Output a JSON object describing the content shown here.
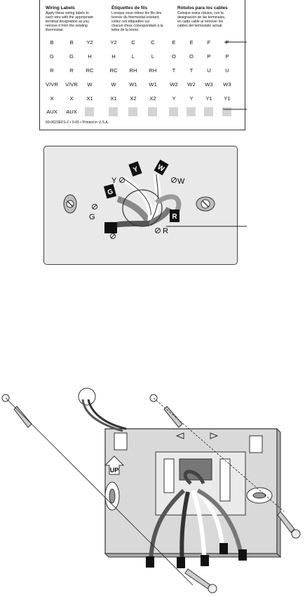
{
  "label_card": {
    "columns": [
      {
        "heading": "Wiring Labels",
        "body": [
          "Apply these wiring labels to",
          "each wire with the appropriate",
          "terminal designation as you",
          "remove it from the existing",
          "thermostat."
        ]
      },
      {
        "heading": "Étiquettes de fils",
        "body": [
          "Lorsque vous retirez les fils des",
          "bornes du thermostat existant,",
          "collez ces étiquettes sur",
          "chacun d'eux correspondant à la",
          "lettre de la borne."
        ]
      },
      {
        "heading": "Rótulos para los cables",
        "body": [
          "Coloque estos rótulos, con la",
          "designación de las terminales,",
          "en cada cable al remover los",
          "cables del termostato actual."
        ]
      }
    ],
    "rows": [
      [
        "B",
        "B",
        "Y2",
        "Y2",
        "C",
        "C",
        "E",
        "E",
        "F",
        "F"
      ],
      [
        "G",
        "G",
        "H",
        "H",
        "L",
        "L",
        "O",
        "O",
        "P",
        "P"
      ],
      [
        "R",
        "R",
        "RC",
        "RC",
        "RH",
        "RH",
        "T",
        "T",
        "U",
        "U"
      ],
      [
        "V/VR",
        "V/VR",
        "W",
        "W",
        "W1",
        "W1",
        "W2",
        "W2",
        "W3",
        "W3"
      ],
      [
        "X",
        "X",
        "X1",
        "X1",
        "X2",
        "X2",
        "Y",
        "Y",
        "Y1",
        "Y1"
      ],
      [
        "AUX",
        "AUX",
        "",
        "",
        "",
        "",
        "",
        "",
        "",
        ""
      ]
    ],
    "footer": "69-0623EFS-2  •  0-05  •  Printed in U.S.A."
  },
  "plate_diagram": {
    "wire_tags": [
      "Y",
      "W",
      "G",
      "R"
    ],
    "terminal_labels": [
      "Y",
      "W",
      "G",
      "R"
    ]
  },
  "mounting_diagram": {
    "up_label": "UP"
  }
}
